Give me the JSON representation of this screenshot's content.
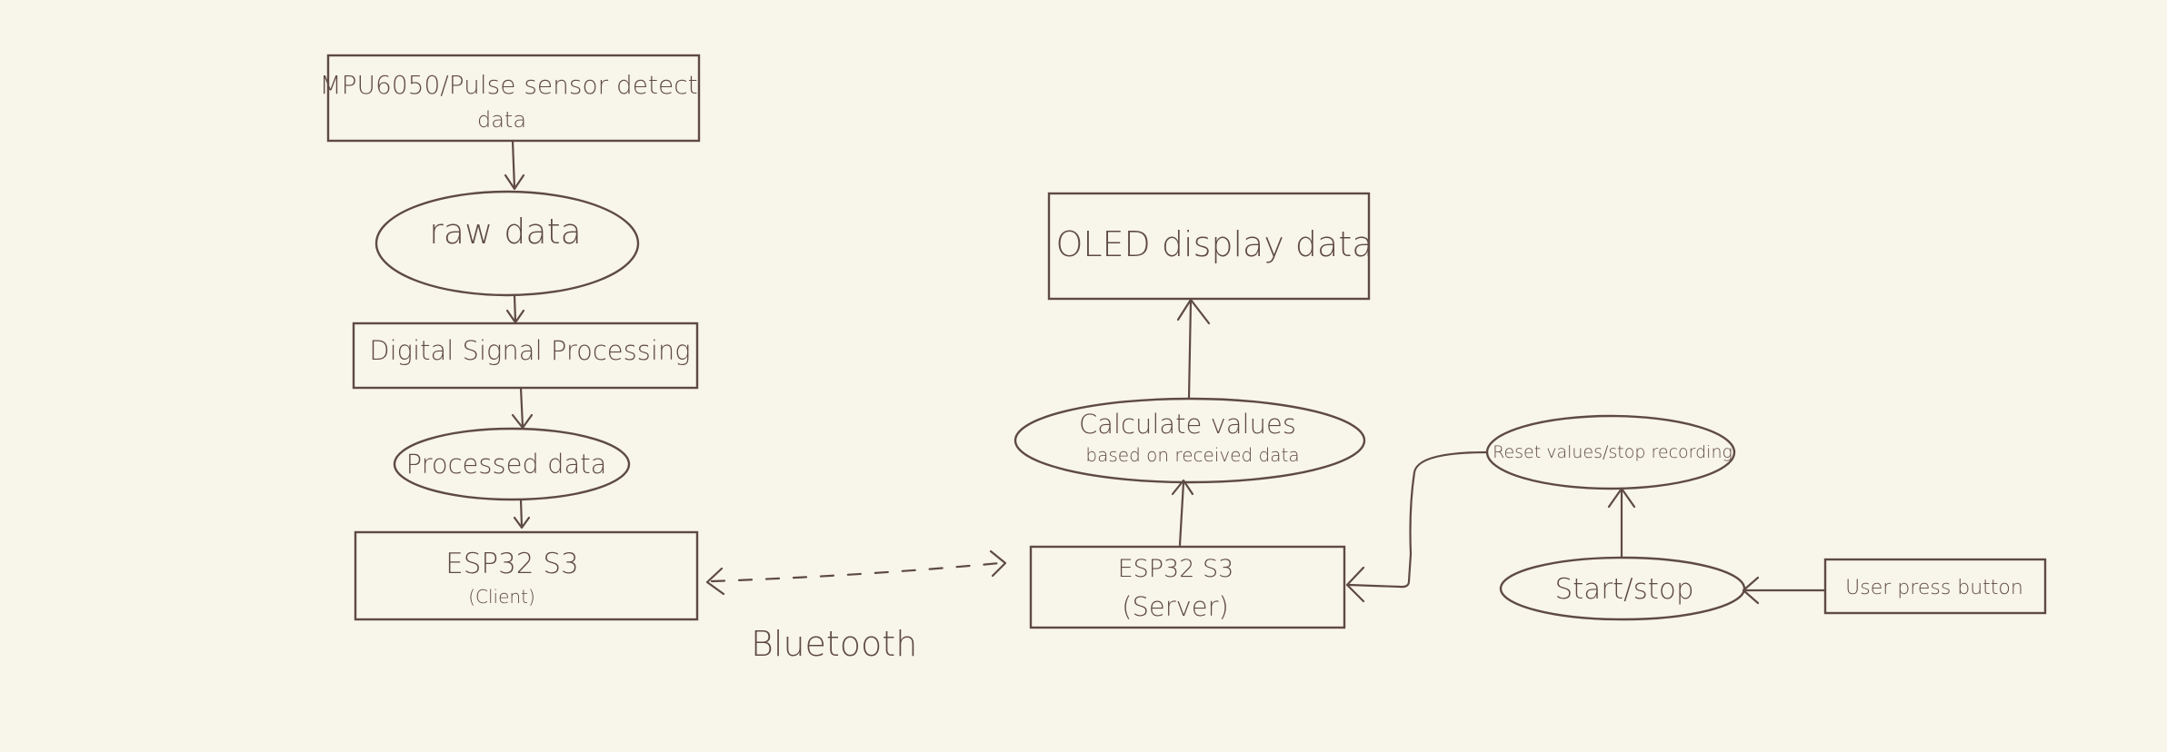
{
  "diagram": {
    "nodes": {
      "sensor": {
        "lines": [
          "MPU6050/Pulse sensor detect",
          "data"
        ]
      },
      "raw_data": {
        "lines": [
          "raw data"
        ]
      },
      "dsp": {
        "lines": [
          "Digital Signal Processing"
        ]
      },
      "processed": {
        "lines": [
          "Processed data"
        ]
      },
      "esp_client": {
        "lines": [
          "ESP32 S3",
          "(Client)"
        ]
      },
      "oled": {
        "lines": [
          "OLED display data"
        ]
      },
      "calculate": {
        "lines": [
          "Calculate values",
          "based on received data"
        ]
      },
      "esp_server": {
        "lines": [
          "ESP32 S3",
          "(Server)"
        ]
      },
      "reset": {
        "lines": [
          "Reset values/stop recording"
        ]
      },
      "start_stop": {
        "lines": [
          "Start/stop"
        ]
      },
      "user_button": {
        "lines": [
          "User press button"
        ]
      }
    },
    "edge_labels": {
      "bluetooth": "Bluetooth"
    }
  }
}
